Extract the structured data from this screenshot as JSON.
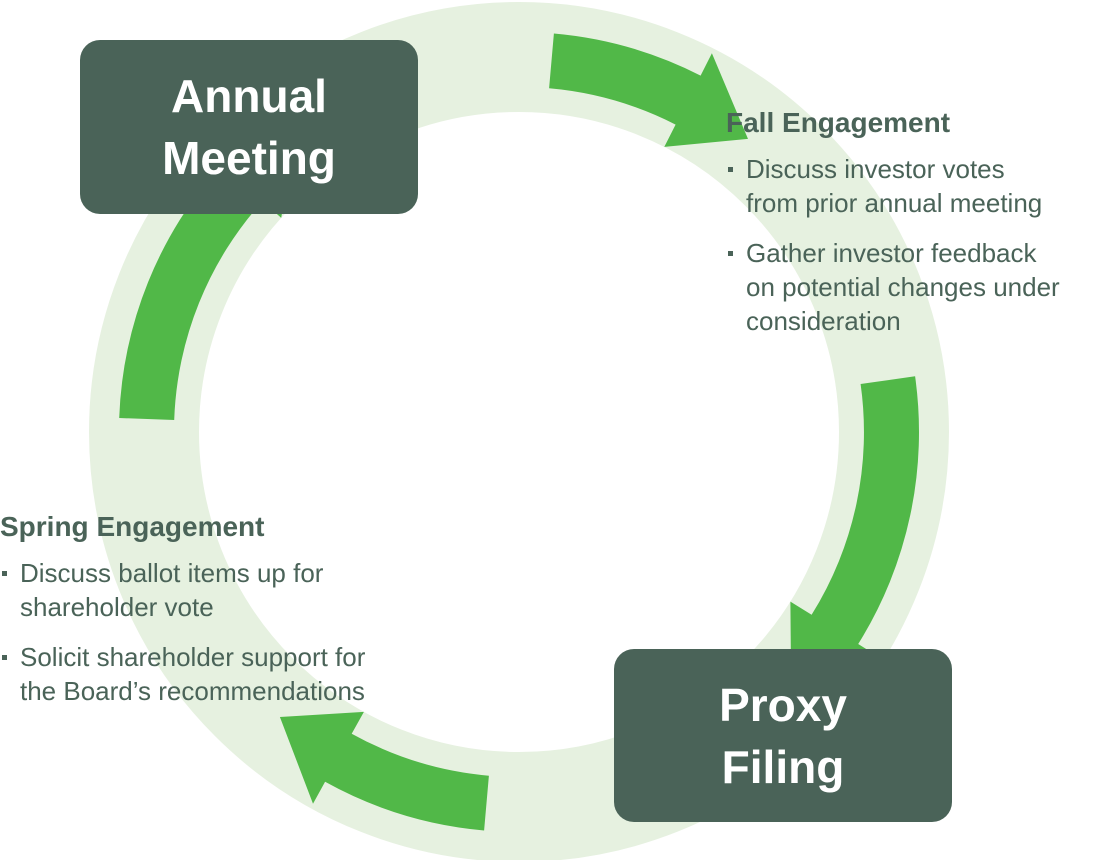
{
  "nodes": {
    "annual_meeting": {
      "line1": "Annual",
      "line2": "Meeting"
    },
    "proxy_filing": {
      "line1": "Proxy",
      "line2": "Filing"
    }
  },
  "fall": {
    "title": "Fall Engagement",
    "bullets": [
      {
        "line1": "Discuss investor votes",
        "line2": "from prior annual meeting"
      },
      {
        "line1": "Gather investor feedback",
        "line2": "on potential changes under",
        "line3": "consideration"
      }
    ]
  },
  "spring": {
    "title": "Spring Engagement",
    "bullets": [
      {
        "line1": "Discuss ballot items up for",
        "line2": "shareholder vote"
      },
      {
        "line1": "Solicit shareholder support for",
        "line2": "the Board’s recommendations"
      }
    ]
  },
  "colors": {
    "ring": "#e6f1e0",
    "arrow": "#51b848",
    "box": "#4a6358",
    "text": "#4a6358",
    "box_text": "#ffffff"
  },
  "icons": [
    "cycle-arrow-icon"
  ]
}
